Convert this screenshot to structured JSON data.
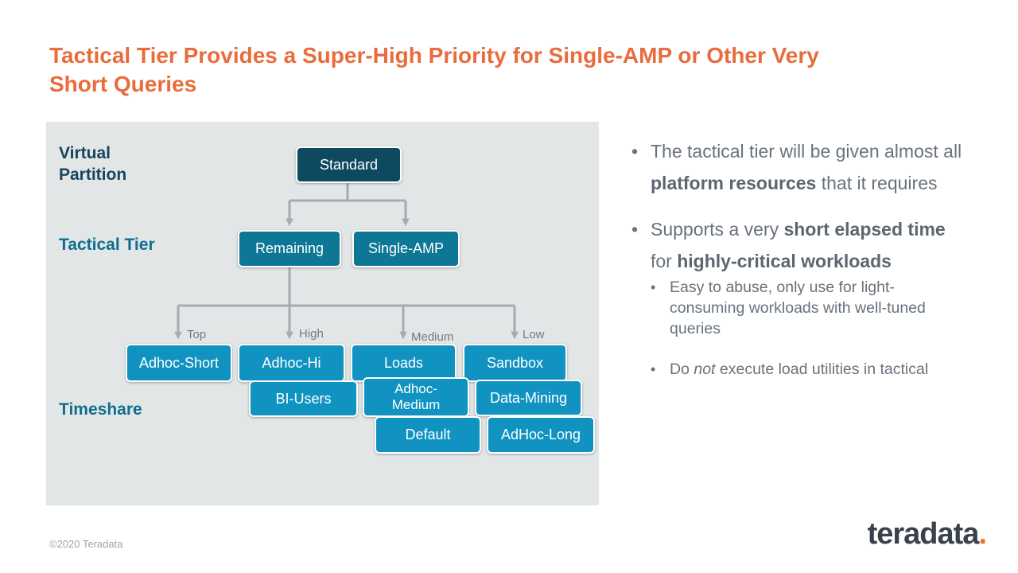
{
  "title": "Tactical Tier Provides a Super-High Priority for Single-AMP or Other Very\nShort Queries",
  "colors": {
    "title_orange": "#E96C3D",
    "panel_gray": "#E3E6E7",
    "node_dark_teal": "#0D4A5F",
    "node_mid_teal": "#0E7795",
    "node_light_blue": "#1193C2",
    "arrow_gray": "#A7ABAE",
    "body_text_gray": "#68727C",
    "logo_slate": "#39424C",
    "logo_dot_orange": "#EF7224"
  },
  "diagram": {
    "row_labels": {
      "virtual_partition": "Virtual\nPartition",
      "tactical_tier": "Tactical Tier",
      "timeshare": "Timeshare"
    },
    "boxes": {
      "standard": "Standard",
      "remaining": "Remaining",
      "single_amp": "Single-AMP",
      "adhoc_short": "Adhoc-Short",
      "adhoc_hi": "Adhoc-Hi",
      "loads": "Loads",
      "sandbox": "Sandbox",
      "bi_users": "BI-Users",
      "adhoc_medium": "Adhoc-\nMedium",
      "data_mining": "Data-Mining",
      "default": "Default",
      "adhoc_long": "AdHoc-Long"
    },
    "arrow_labels": {
      "top": "Top",
      "high": "High",
      "medium": "Medium",
      "low": "Low"
    }
  },
  "bullets": {
    "bullet_char": "•",
    "b1": {
      "pre": "The tactical tier will be given almost all ",
      "bold": "platform resources",
      "post": " that it requires"
    },
    "b2": {
      "pre": "Supports a very ",
      "bold1": "short elapsed time",
      "mid": " for ",
      "bold2": "highly-critical workloads"
    },
    "sub1": {
      "text": "Easy to abuse, only use for light-consuming workloads with well-tuned queries"
    },
    "sub2": {
      "pre": "Do ",
      "italic": "not",
      "post": " execute load utilities in tactical"
    }
  },
  "footer": {
    "copyright": "©2020 Teradata",
    "logo_text": "teradata",
    "logo_dot": "."
  }
}
